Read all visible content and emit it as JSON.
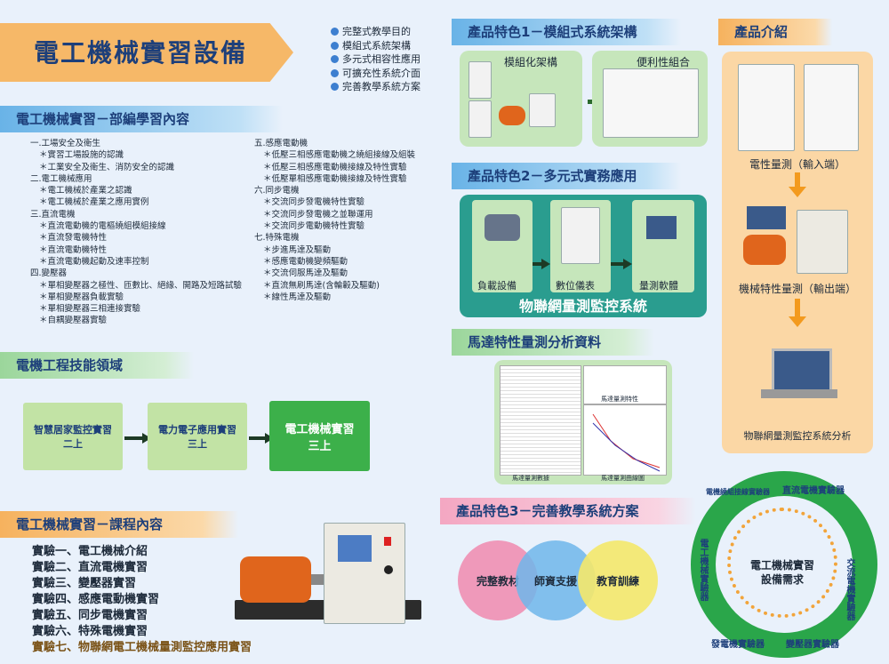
{
  "title": "電工機械實習設備",
  "features": [
    "完整式教學目的",
    "模組式系統架構",
    "多元式相容性應用",
    "可擴充性系統介面",
    "完善教學系統方案"
  ],
  "section_modules": {
    "header": "電工機械實習－部編學習內容",
    "col1": [
      {
        "h": "一.工場安全及衛生",
        "items": [
          "＊實習工場設施的認識",
          "＊工業安全及衛生、消防安全的認識"
        ]
      },
      {
        "h": "二.電工機械應用",
        "items": [
          "＊電工機械於產業之認識",
          "＊電工機械於產業之應用實例"
        ]
      },
      {
        "h": "三.直流電機",
        "items": [
          "＊直流電動機的電樞繞組模組接線",
          "＊直流發電機特性",
          "＊直流電動機特性",
          "＊直流電動機起動及速率控制"
        ]
      },
      {
        "h": "四.變壓器",
        "items": [
          "＊單相變壓器之極性、匝數比、絕緣、開路及短路試驗",
          "＊單相變壓器負載實驗",
          "＊單相變壓器三相連接實驗",
          "＊自耦變壓器實驗"
        ]
      }
    ],
    "col2": [
      {
        "h": "五.感應電動機",
        "items": [
          "＊低壓三相感應電動機之繞組接線及組裝",
          "＊低壓三相感應電動機接線及特性實驗",
          "＊低壓單相感應電動機接線及特性實驗"
        ]
      },
      {
        "h": "六.同步電機",
        "items": [
          "＊交流同步發電機特性實驗",
          "＊交流同步發電機之並聯運用",
          "＊交流同步電動機特性實驗"
        ]
      },
      {
        "h": "七.特殊電機",
        "items": [
          "＊步進馬達及驅動",
          "＊感應電動機變頻驅動",
          "＊交流伺服馬達及驅動",
          "＊直流無刷馬達(含輪轂及驅動)",
          "＊線性馬達及驅動"
        ]
      }
    ]
  },
  "section_skills": {
    "header": "電機工程技能領域",
    "boxes": [
      {
        "line1": "智慧居家監控實習",
        "line2": "二上"
      },
      {
        "line1": "電力電子應用實習",
        "line2": "三上"
      },
      {
        "line1": "電工機械實習",
        "line2": "三上"
      }
    ]
  },
  "section_courses": {
    "header": "電工機械實習－課程內容",
    "items": [
      "實驗一、電工機械介紹",
      "實驗二、直流電機實習",
      "實驗三、變壓器實習",
      "實驗四、感應電動機實習",
      "實驗五、同步電機實習",
      "實驗六、特殊電機實習",
      "實驗七、物聯網電工機械量測監控應用實習"
    ]
  },
  "feature1": {
    "header": "產品特色1－模組式系統架構",
    "left": "模組化架構",
    "right": "便利性組合"
  },
  "feature2": {
    "header": "產品特色2－多元式實務應用",
    "items": [
      "負載設備",
      "數位儀表",
      "量測軟體"
    ],
    "footer": "物聯網量測監控系統"
  },
  "motor_data": {
    "header": "馬達特性量測分析資料",
    "caption1": "馬達量測特性",
    "caption2": "馬達量測數據",
    "caption3": "馬達量測曲線圖"
  },
  "feature3": {
    "header": "產品特色3－完善教學系統方案",
    "circles": [
      "完整教材",
      "師資支援",
      "教育訓練"
    ]
  },
  "product": {
    "header": "產品介紹",
    "step1": "電性量測（輸入端）",
    "step2": "機械特性量測（輸出端）",
    "step3": "物聯網量測監控系統分析"
  },
  "ring": {
    "center_line1": "電工機械實習",
    "center_line2": "設備需求",
    "labels": [
      "直流電機實驗器",
      "交流電機實驗器",
      "變壓器實驗器",
      "發電機實驗器",
      "電工機械實驗器",
      "電機繞組接線實驗器"
    ]
  },
  "colors": {
    "bg": "#e9f1fb",
    "title_banner": "#f6b868",
    "skill_box": "#c2e3a5",
    "skill_box_active": "#3cb04a",
    "teal": "#2a9d8f",
    "pink": "#ef8fb2",
    "blue": "#6fb6ea",
    "yellow": "#f4e86a"
  }
}
